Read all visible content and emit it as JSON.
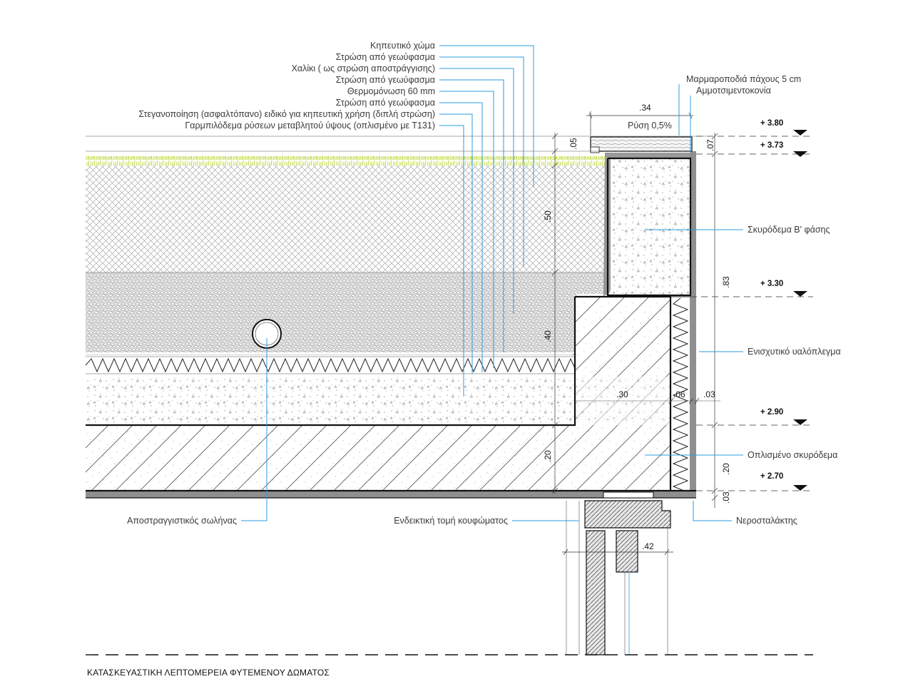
{
  "title": "ΚΑΤΑΣΚΕΥΑΣΤΙΚΗ ΛΕΠΤΟΜΕΡΕΙΑ ΦΥΤΕΜΕΝΟΥ ΔΩΜΑΤΟΣ",
  "layer_labels": [
    "Κηπευτικό χώμα",
    "Στρώση από γεωύφασμα",
    "Χαλίκι ( ως στρώση αποστράγγισης)",
    "Στρώση από γεωύφασμα",
    "Θερμομόνωση 60 mm",
    "Στρώση από γεωύφασμα",
    "Στεγανοποίηση (ασφαλτόπανο) ειδικό για κηπευτική χρήση (διπλή στρώση)",
    "Γαρμπιλόδεμα ρύσεων μεταβλητού ύψους (οπλισμένο με Τ131)"
  ],
  "right_labels": {
    "marble_sill": "Μαρμαροποδιά πάχους 5 cm",
    "mortar": "Αμμοτσιμεντοκονία",
    "concrete_phase_b": "Σκυρόδεμα Β' φάσης",
    "glass_mesh": "Ενισχυτικό υαλόπλεγμα",
    "reinforced_concrete": "Οπλισμένο σκυρόδεμα",
    "drip": "Νεροσταλάκτης"
  },
  "left_labels": {
    "drain_pipe": "Αποστραγγιστικός σωλήνας",
    "frame_section": "Ενδεικτική τομή κουφώματος"
  },
  "slope_label": "Ρύση 0,5%",
  "dimensions": {
    "sill_width": ".34",
    "sill_height": ".05",
    "upstand_top": ".07",
    "soil": ".50",
    "gravel_layer": ".40",
    "beam_height": ".83",
    "beam_width": ".30",
    "insulation": ".06",
    "render": ".03",
    "slab": ".20",
    "slab_right": ".20",
    "drip": ".03",
    "frame_width": ".42"
  },
  "levels": [
    "+ 3.80",
    "+ 3.73",
    "+ 3.30",
    "+ 2.90",
    "+ 2.70"
  ],
  "colors": {
    "leader": "#2d9be0",
    "grass": "#c5dc4f",
    "render": "#8f8f8f",
    "outline": "#111111"
  }
}
